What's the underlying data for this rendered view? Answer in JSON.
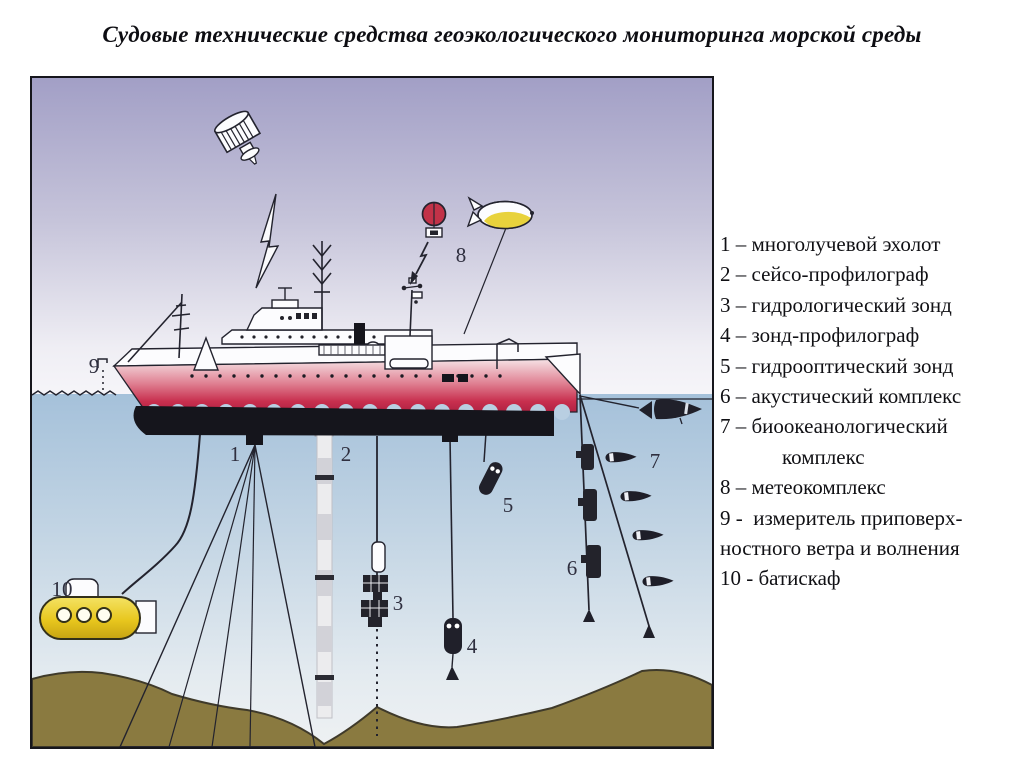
{
  "title": "Судовые технические средства геоэкологического мониторинга морской среды",
  "legend": {
    "lines": [
      {
        "text": "1 – многолучевой эхолот",
        "indent": false
      },
      {
        "text": "2 – сейсо-профилограф",
        "indent": false
      },
      {
        "text": "3 – гидрологический зонд",
        "indent": false
      },
      {
        "text": "4 – зонд-профилограф",
        "indent": false
      },
      {
        "text": "5 – гидрооптический зонд",
        "indent": false
      },
      {
        "text": "6 – акустический комплекс",
        "indent": false
      },
      {
        "text": "7 – биоокеанологический",
        "indent": false
      },
      {
        "text": "комплекс",
        "indent": true
      },
      {
        "text": "8 – метеокомплекс",
        "indent": false
      },
      {
        "text": "9 -  измеритель приповерх-",
        "indent": false
      },
      {
        "text": "ностного ветра и волнения",
        "indent": false
      },
      {
        "text": "10 - батискаф",
        "indent": false
      }
    ]
  },
  "diagram": {
    "labels": {
      "n1": "1",
      "n2": "2",
      "n3": "3",
      "n4": "4",
      "n5": "5",
      "n6": "6",
      "n7": "7",
      "n8": "8",
      "n9": "9",
      "n10": "10"
    },
    "colors": {
      "sky-top": "#a29fc6",
      "sky-bottom": "#f6f5f9",
      "water-top": "#a5c1da",
      "water-bottom": "#eef1f3",
      "seafloor": "#8a7a40",
      "hull-red": "#c82f4e",
      "hull-black": "#15151c",
      "submarine-yellow": "#e8c71e",
      "balloon-red": "#c23248",
      "blimp-yellow": "#e8d23c",
      "outline": "#23232e",
      "label": "#2f2f3f"
    }
  }
}
